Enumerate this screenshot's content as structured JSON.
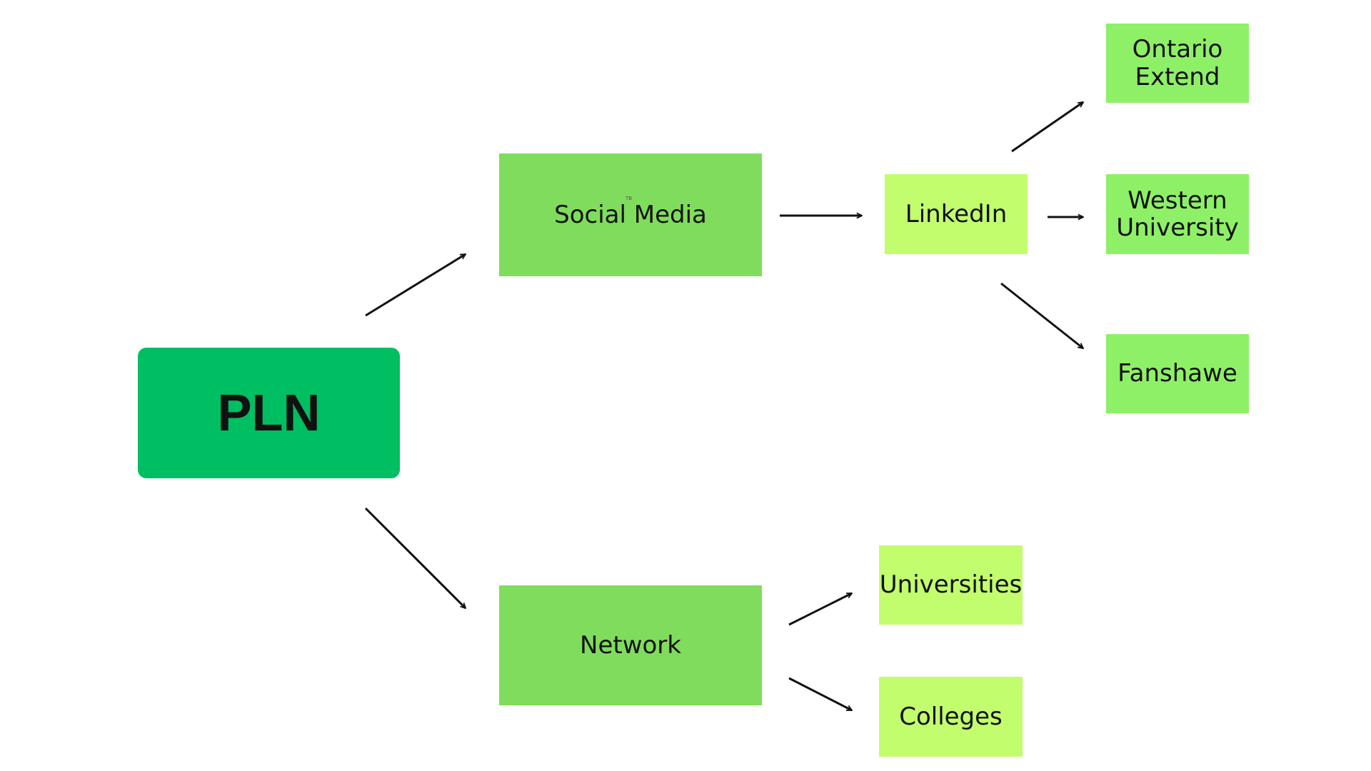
{
  "colors": {
    "root": "#00be62",
    "mid": "#80dc5c",
    "linkedin": "#c2fd6e",
    "sub": "#8ef066",
    "network_leaf": "#c2fd6e",
    "arrow": "#111111"
  },
  "nodes": {
    "root": "PLN",
    "social_media": "Social Media",
    "network": "Network",
    "linkedin": "LinkedIn",
    "ontario_extend": "Ontario\nExtend",
    "western_university": "Western\nUniversity",
    "fanshawe": "Fanshawe",
    "universities": "Universities",
    "colleges": "Colleges"
  },
  "edges": [
    {
      "from": "PLN",
      "to": "Social Media"
    },
    {
      "from": "PLN",
      "to": "Network"
    },
    {
      "from": "Social Media",
      "to": "LinkedIn"
    },
    {
      "from": "LinkedIn",
      "to": "Ontario Extend"
    },
    {
      "from": "LinkedIn",
      "to": "Western University"
    },
    {
      "from": "LinkedIn",
      "to": "Fanshawe"
    },
    {
      "from": "Network",
      "to": "Universities"
    },
    {
      "from": "Network",
      "to": "Colleges"
    }
  ]
}
